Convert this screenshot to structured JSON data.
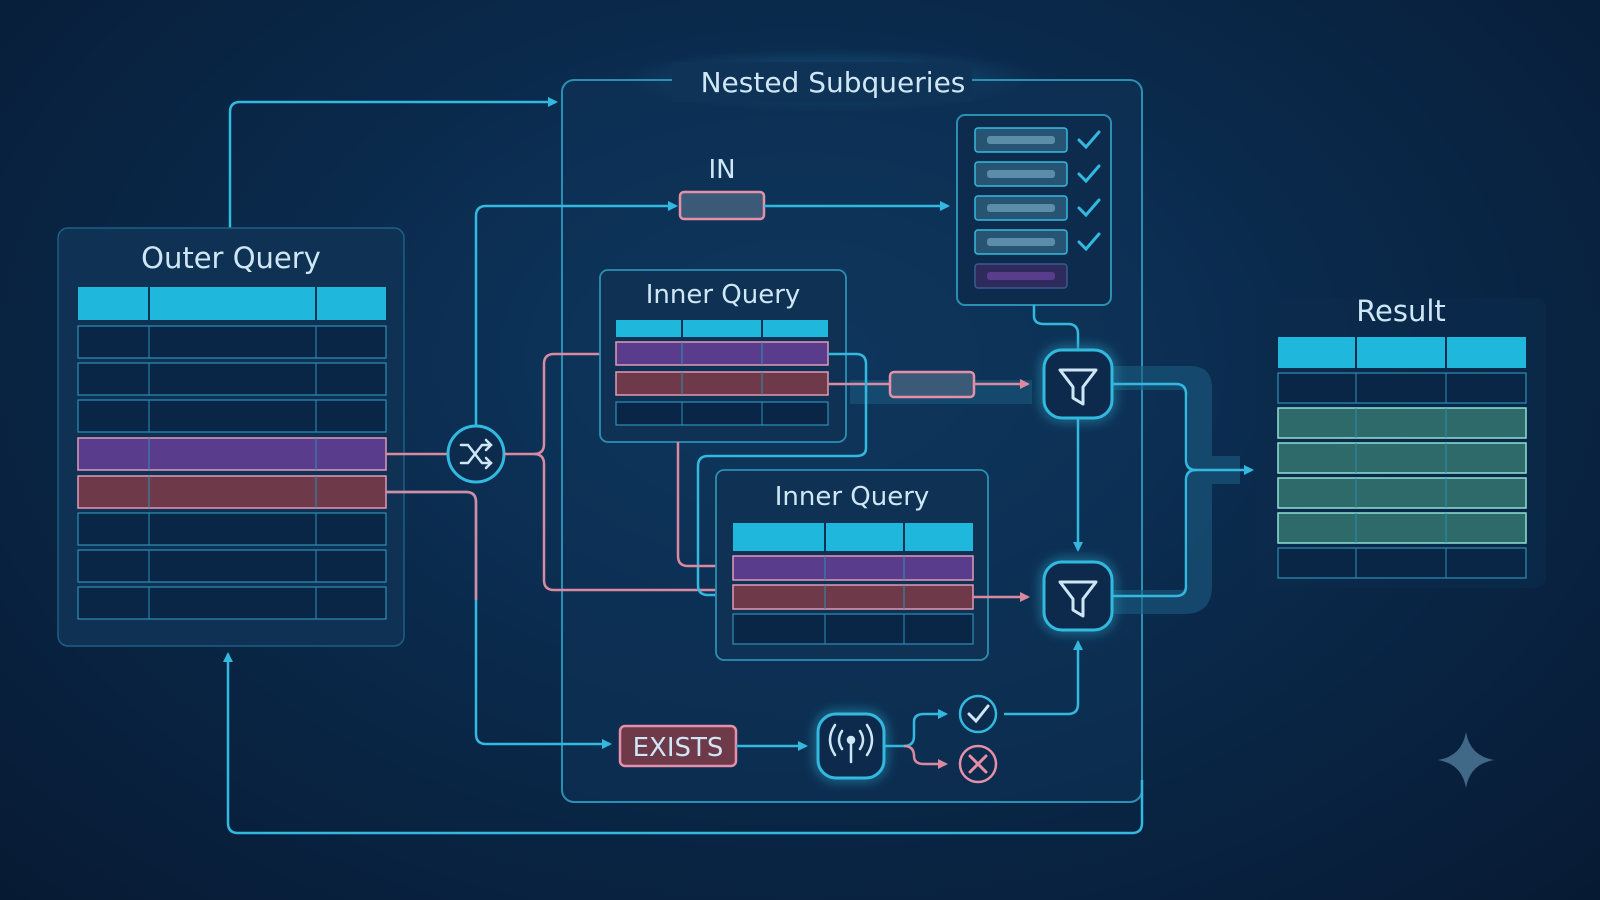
{
  "labels": {
    "outer_query": "Outer Query",
    "nested_subqueries": "Nested Subqueries",
    "in_operator": "IN",
    "inner_query_1": "Inner Query",
    "inner_query_2": "Inner Query",
    "exists_operator": "EXISTS",
    "result": "Result"
  },
  "colors": {
    "cyan": "#1fb8dc",
    "line_cyan": "#33b9e0",
    "pink": "#d98aa0",
    "purple_row": "#5a3c8c",
    "maroon_row": "#6e3a4a",
    "green_row": "#2e6a6a",
    "panel": "#0c2b4d"
  },
  "icons": {
    "shuffle": "shuffle-icon",
    "filter": "filter-icon",
    "signal": "broadcast-icon",
    "check": "check-circle-icon",
    "cross": "x-circle-icon",
    "sparkle": "sparkle-icon"
  }
}
